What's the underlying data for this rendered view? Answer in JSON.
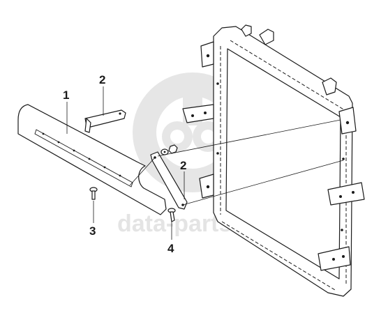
{
  "watermark": {
    "text": "data-parts",
    "color": "#e4e4e4"
  },
  "callouts": [
    {
      "id": "1",
      "label": "1"
    },
    {
      "id": "2a",
      "label": "2"
    },
    {
      "id": "2b",
      "label": "2"
    },
    {
      "id": "3",
      "label": "3"
    },
    {
      "id": "4",
      "label": "4"
    }
  ],
  "colors": {
    "line": "#1a1a1a",
    "background": "#ffffff",
    "watermark": "#e4e4e4"
  }
}
